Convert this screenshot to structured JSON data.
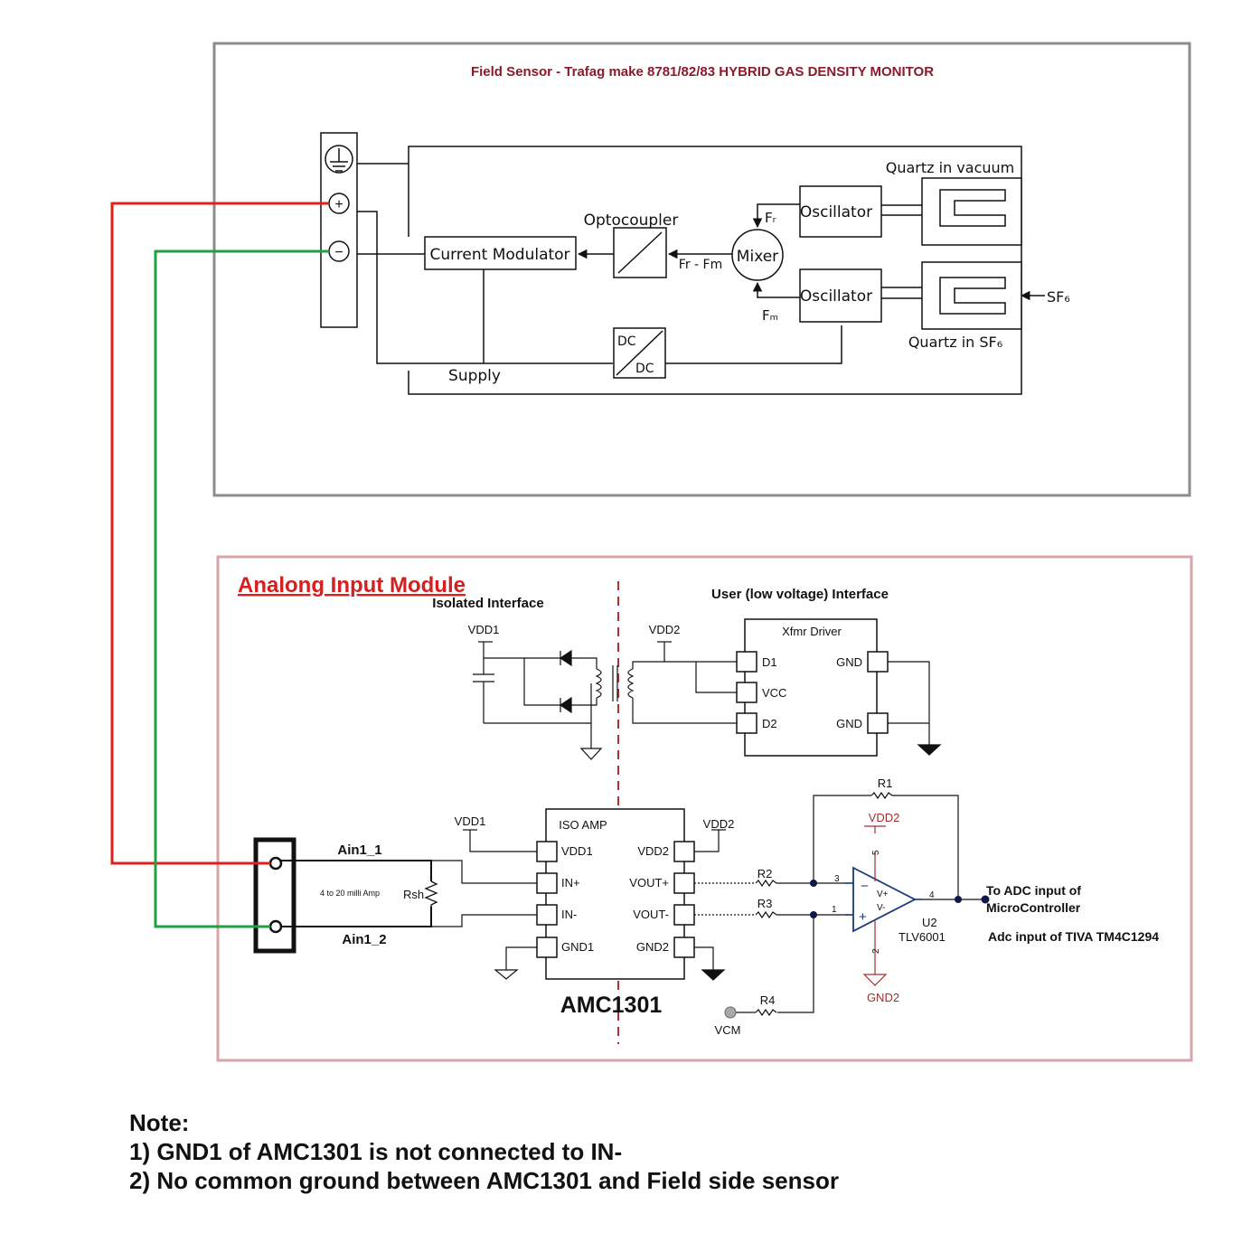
{
  "field_sensor": {
    "title": "Field Sensor - Trafag make 8781/82/83 HYBRID GAS DENSITY MONITOR",
    "blocks": {
      "current_modulator": "Current Modulator",
      "optocoupler": "Optocoupler",
      "mixer": "Mixer",
      "oscillator_1": "Oscillator",
      "oscillator_2": "Oscillator",
      "dc_top": "DC",
      "dc_bottom": "DC",
      "supply": "Supply",
      "quartz_vacuum": "Quartz in vacuum",
      "quartz_sf6": "Quartz in SF₆",
      "fr": "Fᵣ",
      "fm": "Fₘ",
      "fr_fm": "Fr - Fm",
      "sf6_input": "SF₆"
    },
    "terminals": {
      "plus": "+",
      "minus": "−"
    }
  },
  "input_module": {
    "title": "Analong Input Module",
    "isolated_interface": "Isolated Interface",
    "user_interface": "User (low voltage) Interface",
    "xfmr_driver": {
      "title": "Xfmr Driver",
      "pins_left": [
        "D1",
        "VCC",
        "D2"
      ],
      "pins_right": [
        "GND",
        "GND"
      ]
    },
    "vdd1_top": "VDD1",
    "vdd2_top": "VDD2",
    "iso_amp": {
      "title": "ISO AMP",
      "pins_left": [
        "VDD1",
        "IN+",
        "IN-",
        "GND1"
      ],
      "pins_right": [
        "VDD2",
        "VOUT+",
        "VOUT-",
        "GND2"
      ],
      "part": "AMC1301"
    },
    "vdd1_amp": "VDD1",
    "vdd2_amp": "VDD2",
    "terminal": {
      "ain1": "Ain1_1",
      "ain2": "Ain1_2",
      "current": "4 to 20 milli Amp",
      "rsh": "Rsh"
    },
    "opamp": {
      "r1": "R1",
      "r2": "R2",
      "r3": "R3",
      "r4": "R4",
      "vdd2": "VDD2",
      "gnd2": "GND2",
      "pin3": "3",
      "pin1": "1",
      "pin4": "4",
      "pin5": "5",
      "pin2": "2",
      "vplus": "V+",
      "vminus": "V-",
      "minus": "−",
      "plus": "+",
      "u2": "U2",
      "part": "TLV6001",
      "vcm": "VCM"
    },
    "output": {
      "line1": "To ADC input of",
      "line2": "MicroController",
      "line3": "Adc input of TIVA TM4C1294"
    }
  },
  "notes": [
    "Note:",
    "1) GND1 of AMC1301 is not connected to IN-",
    "2) No common ground between AMC1301 and Field side sensor"
  ],
  "colors": {
    "positive_wire": "#e02020",
    "negative_wire": "#20a040",
    "title_red": "#8b1a2a",
    "module_title": "#d42020",
    "dashed_divider": "#b03030",
    "opamp_red": "#a03030"
  }
}
